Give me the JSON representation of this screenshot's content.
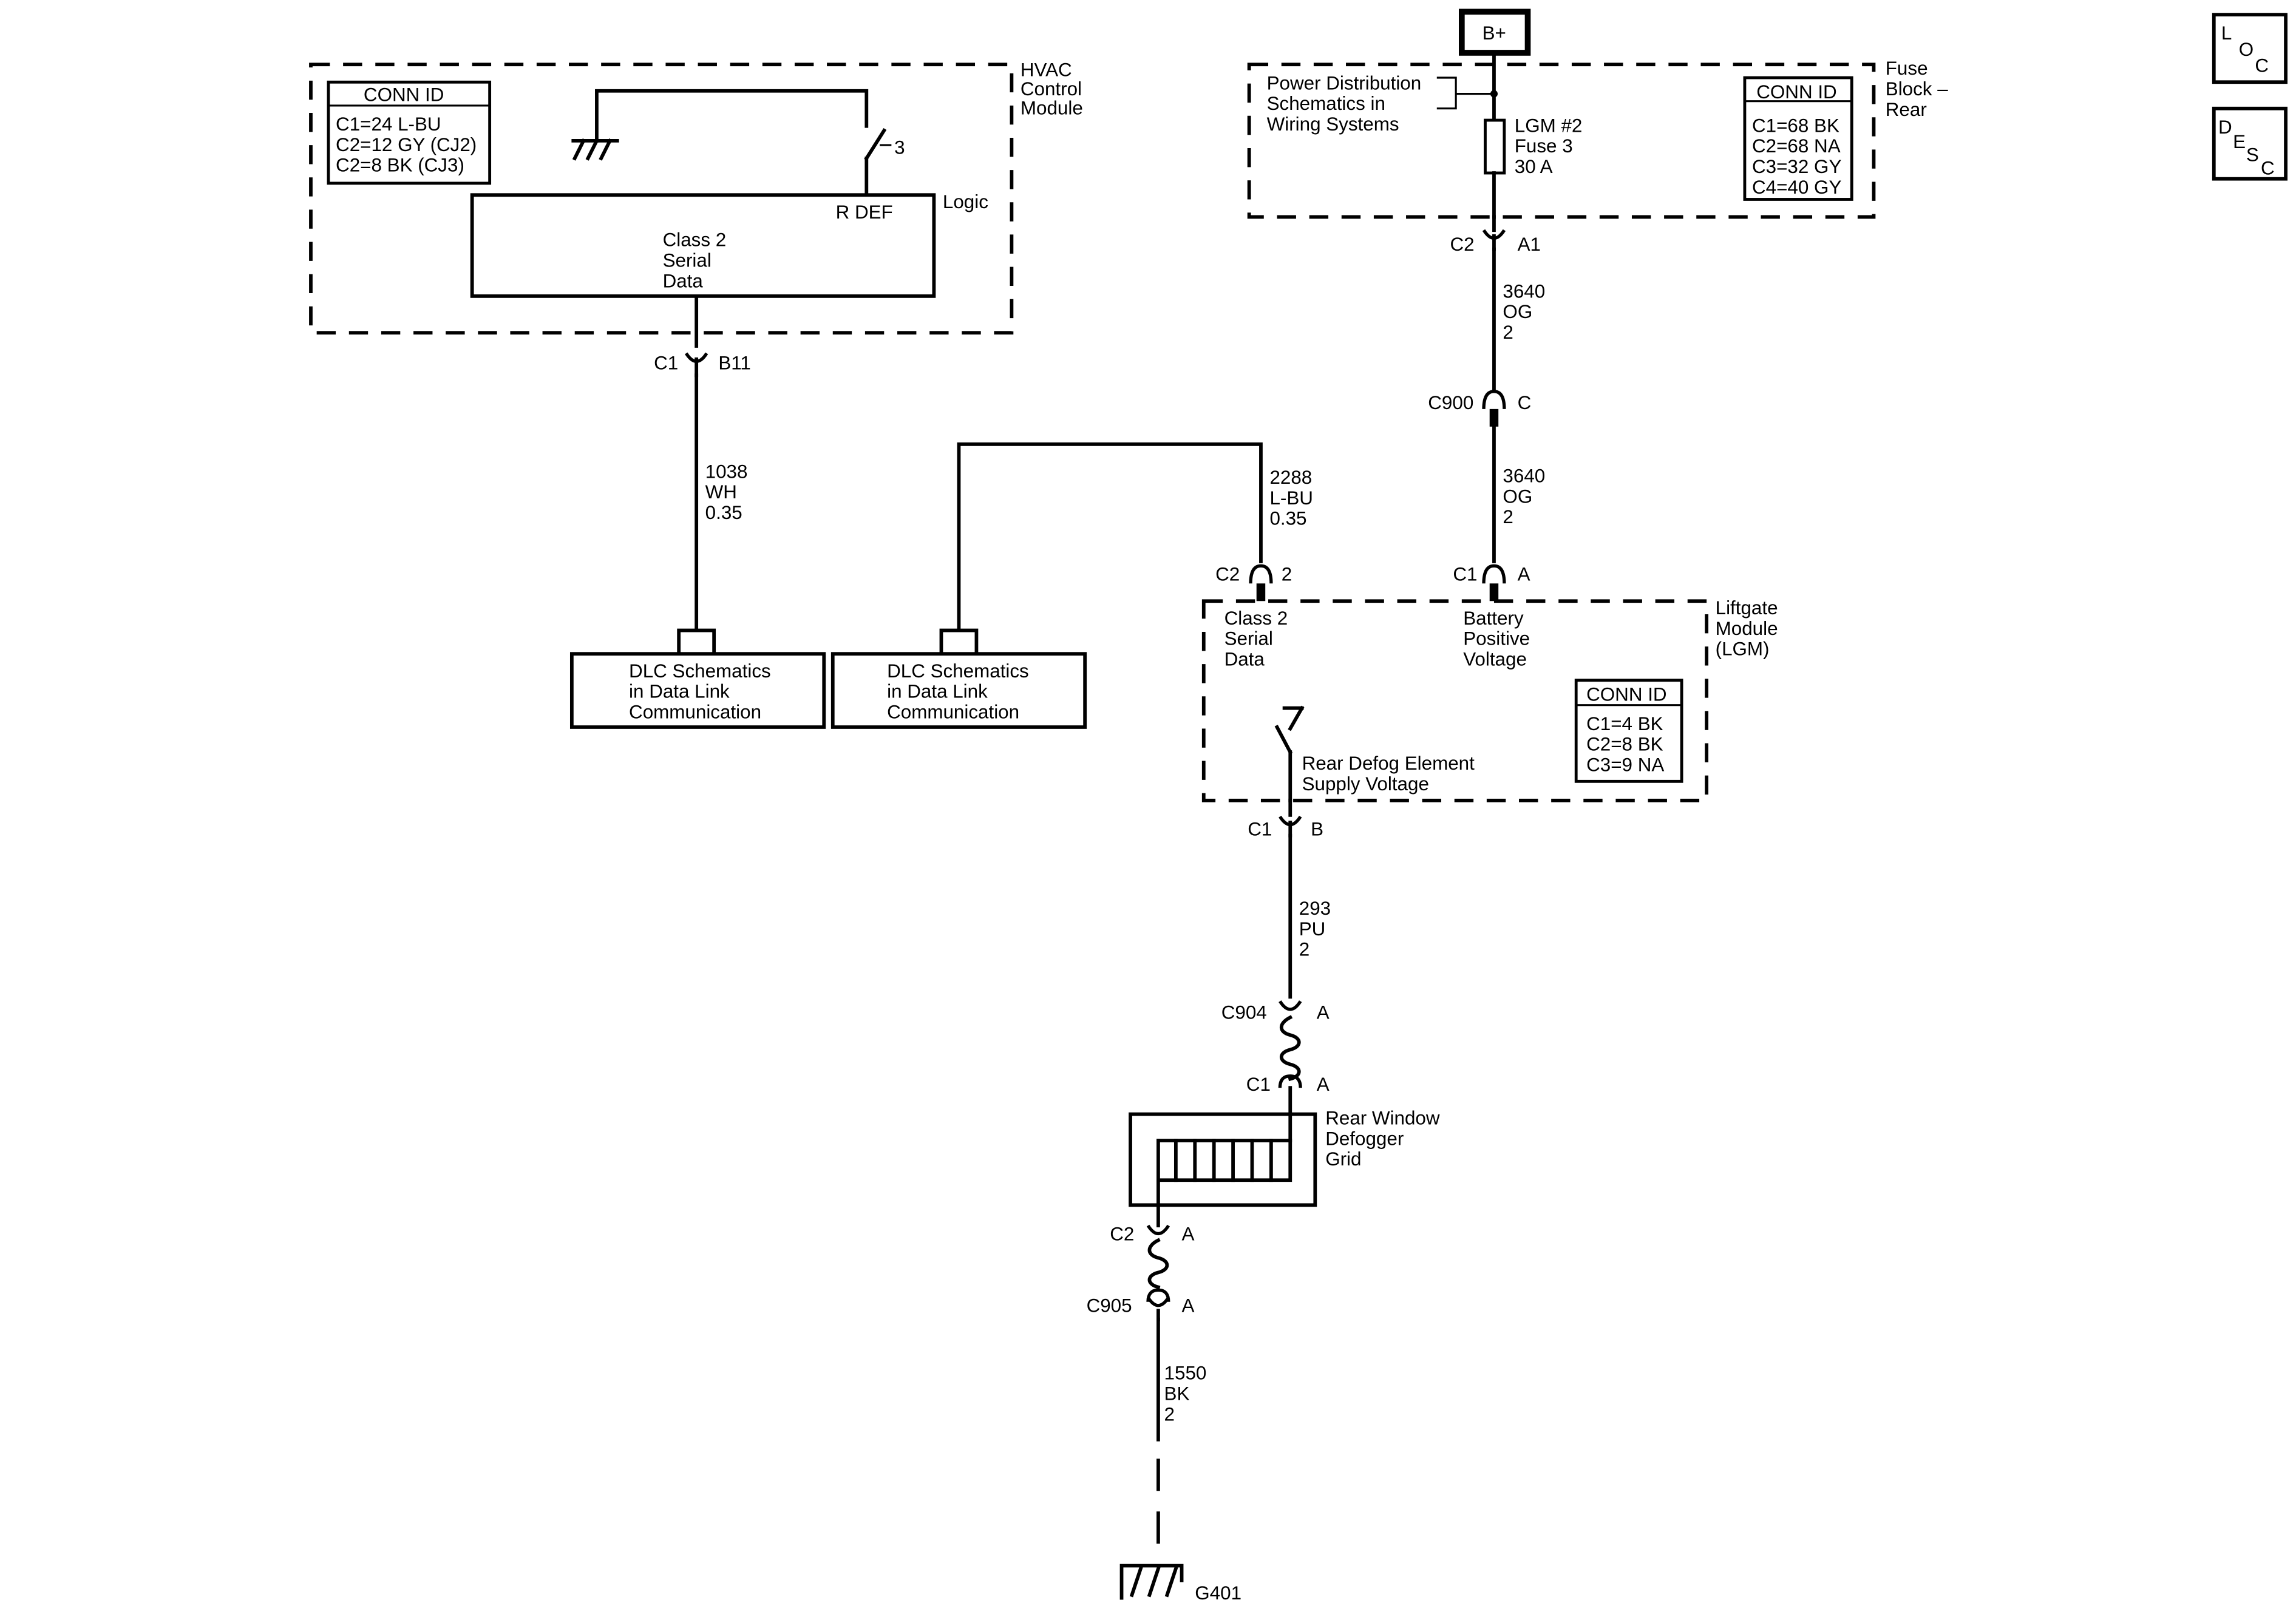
{
  "hvac": {
    "title": [
      "HVAC",
      "Control",
      "Module"
    ],
    "conn_id_title": "CONN ID",
    "conn_ids": [
      "C1=24 L-BU",
      "C2=12 GY (CJ2)",
      "C2=8 BK (CJ3)"
    ],
    "switch_pin": "3",
    "logic_label": "Logic",
    "rdef_label": "R DEF",
    "data_label": [
      "Class 2",
      "Serial",
      "Data"
    ],
    "connector": "C1",
    "pin": "B11"
  },
  "wire_1038": [
    "1038",
    "WH",
    "0.35"
  ],
  "wire_2288": [
    "2288",
    "L-BU",
    "0.35"
  ],
  "dlc_left": [
    "DLC Schematics",
    "in Data Link",
    "Communication"
  ],
  "dlc_right": [
    "DLC Schematics",
    "in Data Link",
    "Communication"
  ],
  "power": {
    "bplus": "B+",
    "pds_note": [
      "Power Distribution",
      "Schematics in",
      "Wiring Systems"
    ],
    "fuse": [
      "LGM #2",
      "Fuse 3",
      "30 A"
    ],
    "fuse_block": [
      "Fuse",
      "Block –",
      "Rear"
    ],
    "conn_id_title": "CONN ID",
    "conn_ids": [
      "C1=68 BK",
      "C2=68 NA",
      "C3=32 GY",
      "C4=40 GY"
    ],
    "out_connector": "C2",
    "out_pin": "A1"
  },
  "wire_3640_a": [
    "3640",
    "OG",
    "2"
  ],
  "c900": {
    "name": "C900",
    "pin": "C"
  },
  "wire_3640_b": [
    "3640",
    "OG",
    "2"
  ],
  "lgm": {
    "title": [
      "Liftgate",
      "Module",
      "(LGM)"
    ],
    "c2_connector": "C2",
    "c2_pin": "2",
    "c1_connector": "C1",
    "c1_pin": "A",
    "data_label": [
      "Class 2",
      "Serial",
      "Data"
    ],
    "bat_label": [
      "Battery",
      "Positive",
      "Voltage"
    ],
    "conn_id_title": "CONN ID",
    "conn_ids": [
      "C1=4 BK",
      "C2=8 BK",
      "C3=9 NA"
    ],
    "defog_label": [
      "Rear Defog Element",
      "Supply Voltage"
    ],
    "out_connector": "C1",
    "out_pin": "B"
  },
  "wire_293": [
    "293",
    "PU",
    "2"
  ],
  "c904": {
    "name": "C904",
    "pin": "A"
  },
  "grid_c1": {
    "name": "C1",
    "pin": "A"
  },
  "defogger": [
    "Rear Window",
    "Defogger",
    "Grid"
  ],
  "grid_c2": {
    "name": "C2",
    "pin": "A"
  },
  "c905": {
    "name": "C905",
    "pin": "A"
  },
  "wire_1550": [
    "1550",
    "BK",
    "2"
  ],
  "ground": "G401",
  "side_buttons": {
    "loc": [
      "L",
      "O",
      "C"
    ],
    "desc": [
      "D",
      "E",
      "S",
      "C"
    ]
  }
}
